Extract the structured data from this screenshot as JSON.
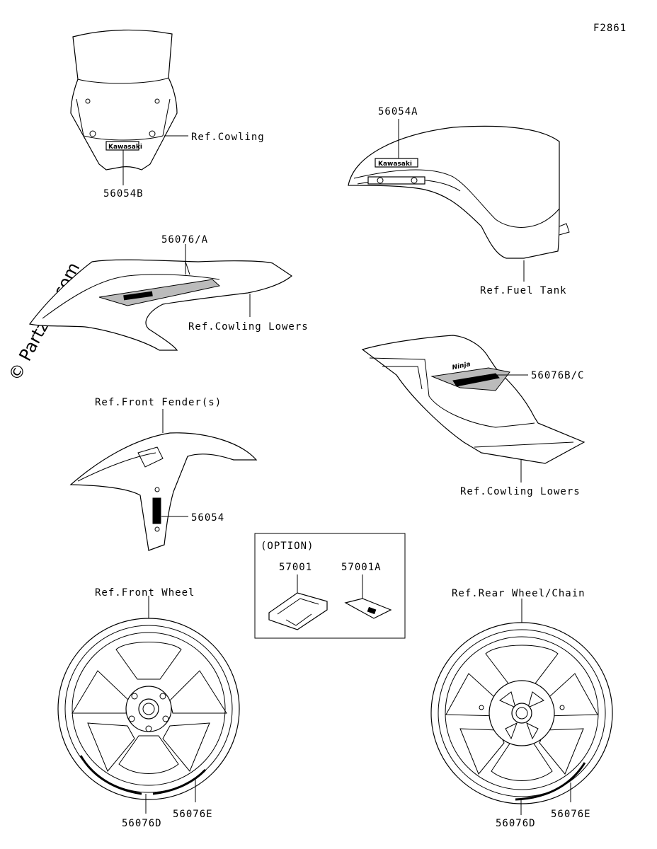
{
  "figure_code": "F2861",
  "watermark": "© Partzilla.com",
  "screen_logo": "Kawasaki",
  "tank_logo": "Kawasaki",
  "fairing_logo": "Ninja",
  "labels": {
    "ref_cowling": "Ref.Cowling",
    "part_56054B": "56054B",
    "part_56054A": "56054A",
    "ref_fuel_tank": "Ref.Fuel Tank",
    "part_56076A": "56076/A",
    "ref_cowling_lowers_1": "Ref.Cowling Lowers",
    "part_56076BC": "56076B/C",
    "ref_cowling_lowers_2": "Ref.Cowling Lowers",
    "ref_front_fender": "Ref.Front Fender(s)",
    "part_56054": "56054",
    "option": "(OPTION)",
    "part_57001": "57001",
    "part_57001A": "57001A",
    "ref_front_wheel": "Ref.Front Wheel",
    "ref_rear_wheel": "Ref.Rear Wheel/Chain",
    "front_56076D": "56076D",
    "front_56076E": "56076E",
    "rear_56076D": "56076D",
    "rear_56076E": "56076E"
  }
}
